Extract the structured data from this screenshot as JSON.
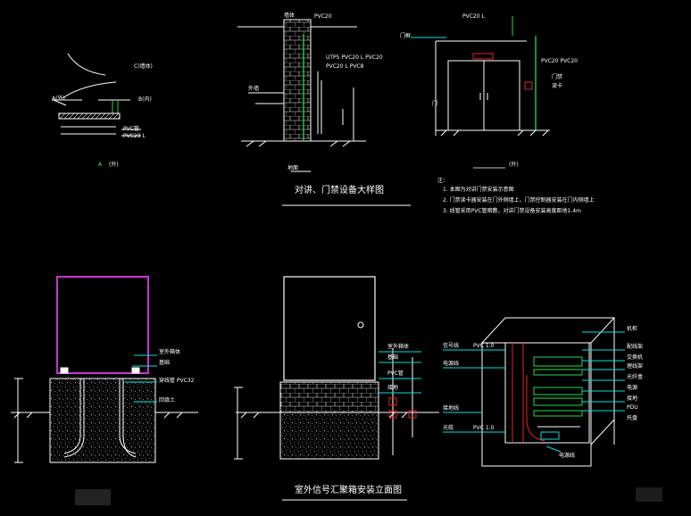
{
  "colors": {
    "background": "#000000",
    "line": "#ffffff",
    "callout": "#00e5e5",
    "accent_green": "#22dd44",
    "accent_red": "#ee2222",
    "enclosure_outline": "#cc33cc",
    "label_green": "#33ff66",
    "label_yellow": "#e6e600"
  },
  "detail_a": {
    "label_c": "C(墙体)",
    "label_a": "A(外)",
    "label_b": "B(内)",
    "dim_1": "PVC管",
    "dim_2": "PVC20 L",
    "caption": "A",
    "caption_unit": "(外)"
  },
  "detail_b": {
    "top_label": "墙体",
    "tag_1": "PVC20",
    "tag_2": "UTP5 PVC20 L PVC20",
    "tag_3": "PVC20 L PVC8",
    "left_label": "外墙",
    "bottom_label": "地面"
  },
  "detail_c": {
    "tag_top": "PVC20 L",
    "label_left": "门框",
    "label_right_1": "PVC20 PVC20",
    "label_right_2": "门禁",
    "label_right_3": "读卡",
    "side_label": "门",
    "caption": "(外)"
  },
  "section_title": "对讲、门禁设备大样图",
  "notes": {
    "heading": "注：",
    "lines": [
      "1. 本图为对讲门禁安装示意图",
      "2. 门禁读卡器安装在门外侧墙上，门禁控制器安装在门内侧墙上",
      "3. 线管采用PVC管暗敷，对讲门禁设备安装高度距地1.4m"
    ]
  },
  "cabinet_labels": {
    "left_1": "室外箱体",
    "left_2": "基础",
    "left_3": "穿线管 PVC32",
    "left_4": "回填土"
  },
  "box_labels": [
    "室外箱体",
    "基础",
    "PVC管",
    "接地"
  ],
  "rack_labels": {
    "left_1": "信号线",
    "left_2": "电源线",
    "left_3": "接地线",
    "left_4": "光缆",
    "mid_1": "PVC 1.0",
    "mid_2": "PVC 1.0",
    "right": [
      "机柜",
      "配线架",
      "交换机",
      "理线架",
      "光纤盒",
      "电源",
      "接地",
      "PDU",
      "托盘"
    ],
    "bottom": "电源线"
  },
  "bottom_title": "室外信号汇聚箱安装立面图"
}
